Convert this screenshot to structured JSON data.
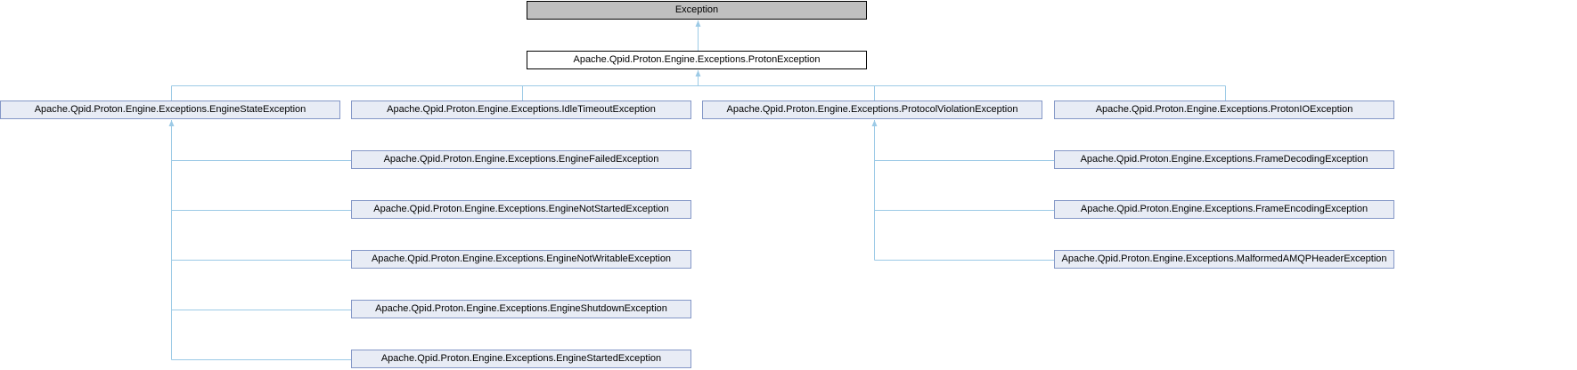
{
  "colors": {
    "edge": "#9ccae6",
    "node_fill": "#e8ecf5",
    "node_border": "#8497c7",
    "root_fill": "#bfbfbf"
  },
  "nodes": {
    "exception": "Exception",
    "proton": "Apache.Qpid.Proton.Engine.Exceptions.ProtonException",
    "engine_state": "Apache.Qpid.Proton.Engine.Exceptions.EngineStateException",
    "idle_timeout": "Apache.Qpid.Proton.Engine.Exceptions.IdleTimeoutException",
    "protocol_violation": "Apache.Qpid.Proton.Engine.Exceptions.ProtocolViolationException",
    "proton_io": "Apache.Qpid.Proton.Engine.Exceptions.ProtonIOException",
    "engine_failed": "Apache.Qpid.Proton.Engine.Exceptions.EngineFailedException",
    "engine_not_started": "Apache.Qpid.Proton.Engine.Exceptions.EngineNotStartedException",
    "engine_not_writable": "Apache.Qpid.Proton.Engine.Exceptions.EngineNotWritableException",
    "engine_shutdown": "Apache.Qpid.Proton.Engine.Exceptions.EngineShutdownException",
    "engine_started": "Apache.Qpid.Proton.Engine.Exceptions.EngineStartedException",
    "frame_decoding": "Apache.Qpid.Proton.Engine.Exceptions.FrameDecodingException",
    "frame_encoding": "Apache.Qpid.Proton.Engine.Exceptions.FrameEncodingException",
    "malformed_amqp": "Apache.Qpid.Proton.Engine.Exceptions.MalformedAMQPHeaderException"
  }
}
